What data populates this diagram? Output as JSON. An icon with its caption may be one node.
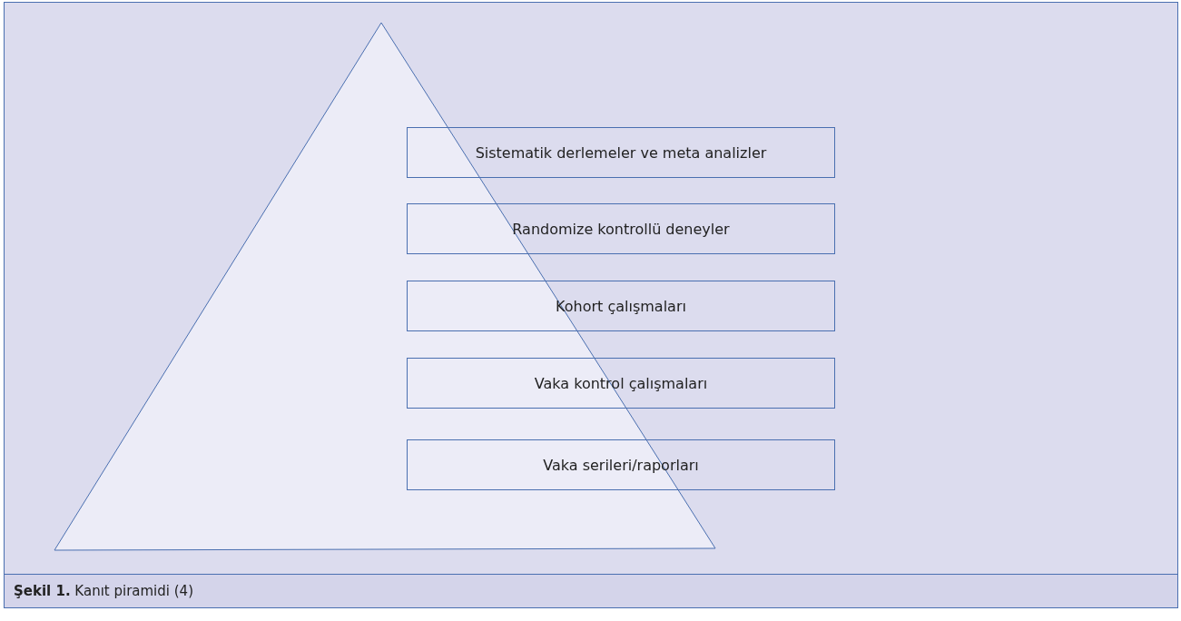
{
  "diagram": {
    "caption": "**Şekil 1.** Kanıt piramidi (4)",
    "nodes": [
      {
        "text": [
          "Sistematik derlemeler ve meta analizler"
        ]
      },
      {
        "text": [
          "Randomize kontrollü deneyler"
        ]
      },
      {
        "text": [
          "Kohort çalışmaları"
        ]
      },
      {
        "text": [
          "Vaka kontrol çalışmaları"
        ]
      },
      {
        "text": [
          "Vaka serileri/raporları"
        ]
      }
    ]
  }
}
